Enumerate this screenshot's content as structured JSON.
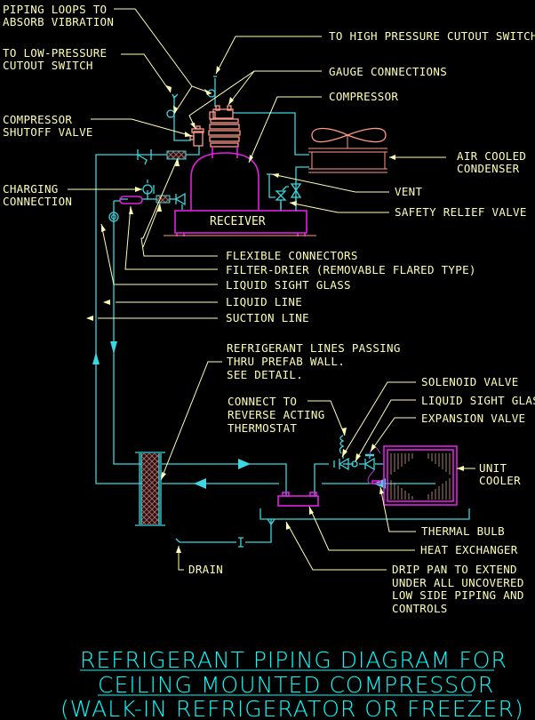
{
  "title": {
    "line1": "REFRIGERANT PIPING DIAGRAM FOR",
    "line2": "CEILING MOUNTED COMPRESSOR",
    "line3": "(WALK-IN REFRIGERATOR OR FREEZER)"
  },
  "equipment": {
    "receiver_label": "RECEIVER"
  },
  "labels": {
    "piping_loops": [
      "PIPING LOOPS TO",
      "ABSORB VIBRATION"
    ],
    "low_pressure": [
      "TO LOW-PRESSURE",
      "CUTOUT SWITCH"
    ],
    "shutoff_valve": [
      "COMPRESSOR",
      "SHUTOFF VALVE"
    ],
    "charging": [
      "CHARGING",
      "CONNECTION"
    ],
    "high_pressure": "TO HIGH PRESSURE CUTOUT SWITCH",
    "gauge": "GAUGE CONNECTIONS",
    "compressor": "COMPRESSOR",
    "condenser": [
      "AIR COOLED",
      "CONDENSER"
    ],
    "vent": "VENT",
    "relief": "SAFETY RELIEF VALVE",
    "flex": "FLEXIBLE CONNECTORS",
    "filter": "FILTER-DRIER (REMOVABLE FLARED TYPE)",
    "sight_glass_top": "LIQUID SIGHT GLASS",
    "liquid_line": "LIQUID LINE",
    "suction_line": "SUCTION LINE",
    "wall": [
      "REFRIGERANT LINES PASSING",
      "THRU PREFAB WALL.",
      "SEE DETAIL."
    ],
    "thermostat": [
      "CONNECT TO",
      "REVERSE ACTING",
      "THERMOSTAT"
    ],
    "solenoid": "SOLENOID VALVE",
    "sight_glass_bottom": "LIQUID SIGHT GLASS",
    "expansion": "EXPANSION VALVE",
    "unit_cooler": [
      "UNIT",
      "COOLER"
    ],
    "thermal_bulb": "THERMAL BULB",
    "heat_exchanger": "HEAT EXCHANGER",
    "drip_pan": [
      "DRIP PAN TO EXTEND",
      "UNDER ALL UNCOVERED",
      "LOW SIDE PIPING AND",
      "CONTROLS"
    ],
    "drain": "DRAIN"
  },
  "colors": {
    "background": "#000000",
    "label_text": "#ffffb4",
    "piping": "#3ad8e0",
    "equipment_outline": "#e020e0",
    "compressor_condenser": "#ff9a8a",
    "title": "#00ffff"
  }
}
